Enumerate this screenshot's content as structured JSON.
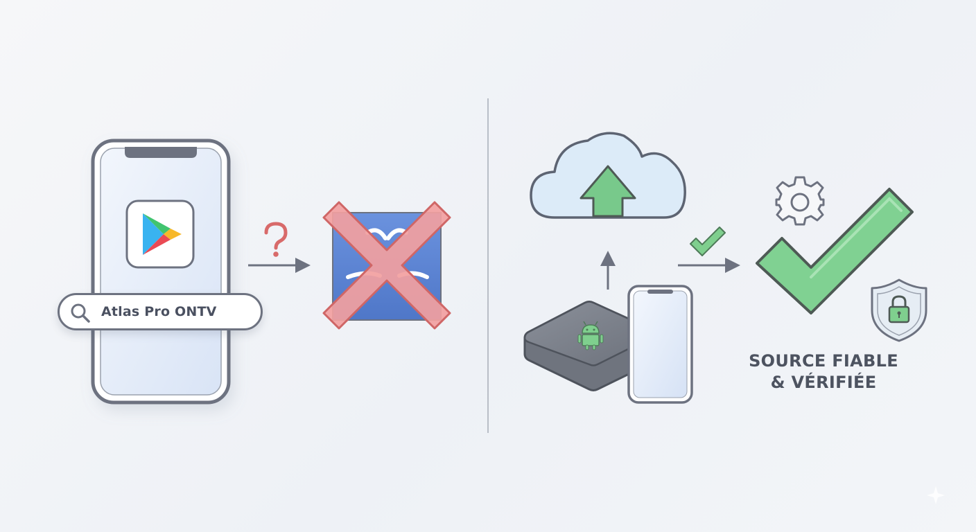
{
  "left_panel": {
    "search_query": "Atlas Pro ONTV",
    "question_mark": "?",
    "icons": [
      "phone-icon",
      "play-store-icon",
      "search-icon",
      "question-mark-icon",
      "arrow-right-icon",
      "app-tile-icon",
      "red-x-icon"
    ]
  },
  "right_panel": {
    "caption_line1": "SOURCE FIABLE",
    "caption_line2": "& VÉRIFIÉE",
    "icons": [
      "cloud-upload-icon",
      "arrow-up-icon",
      "android-tv-box-icon",
      "phone-icon",
      "small-check-icon",
      "arrow-right-icon",
      "gear-icon",
      "big-check-icon",
      "shield-lock-icon"
    ]
  },
  "colors": {
    "outline": "#6d7280",
    "x_red": "#f08c8c",
    "check_green": "#7fcf8e",
    "cloud_fill": "#dcebf8",
    "tile_blue": "#5f86d6"
  }
}
